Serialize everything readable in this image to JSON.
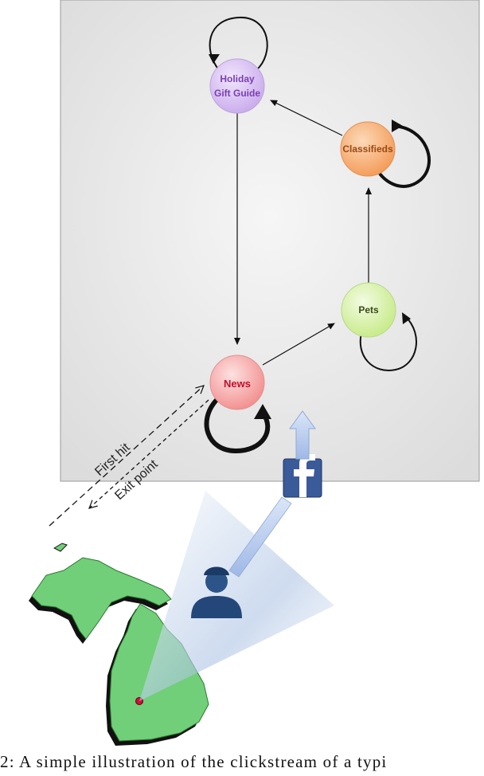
{
  "nodes": {
    "holiday": {
      "line1": "Holiday",
      "line2": "Gift Guide",
      "fill": "#d9c4f0",
      "text_color": "#7a3fb0"
    },
    "classifieds": {
      "label": "Classifieds",
      "fill": "#f7b27a",
      "text_color": "#9a4a14"
    },
    "pets": {
      "label": "Pets",
      "fill": "#d8f0a8",
      "text_color": "#3a4a1a"
    },
    "news": {
      "label": "News",
      "fill": "#f7a9a9",
      "text_color": "#c0102a"
    }
  },
  "labels": {
    "first_hit": "First hit",
    "exit_point": "Exit point"
  },
  "icons": {
    "facebook": "facebook-icon",
    "user": "user-icon",
    "map": "michigan-map-icon"
  },
  "caption": "2: A simple illustration of the clickstream of a typi",
  "colors": {
    "panel_bg": "#e8e8e8",
    "map_green": "#6fcf7a",
    "facebook_blue": "#3b5a9a",
    "arrow_blue": "#b8cdf0"
  }
}
